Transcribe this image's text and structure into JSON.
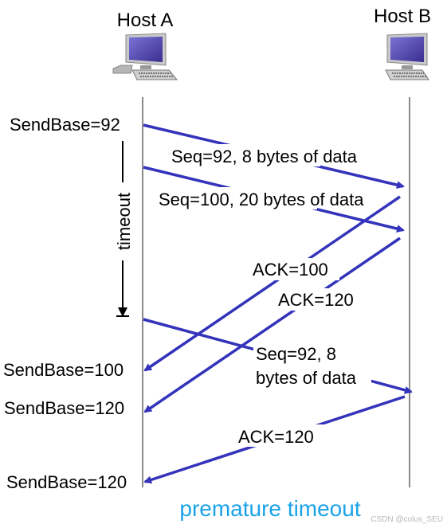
{
  "hosts": {
    "a": {
      "label": "Host A",
      "icon": "desktop-computer-icon"
    },
    "b": {
      "label": "Host B",
      "icon": "desktop-computer-icon"
    }
  },
  "sendbase": {
    "first": "SendBase=92",
    "second": "SendBase=100",
    "third": "SendBase=120",
    "fourth": "SendBase=120"
  },
  "timer": {
    "label": "timeout"
  },
  "messages": {
    "seq92": "Seq=92, 8 bytes of data",
    "seq100": "Seq=100, 20 bytes of data",
    "ack100": "ACK=100",
    "ack120": "ACK=120",
    "retx_line1": "Seq=92,  8",
    "retx_line2": "bytes of data",
    "ack120_second": "ACK=120"
  },
  "caption": "premature timeout",
  "watermark": "CSDN @colus_SEU",
  "colors": {
    "arrow": "#3333bb",
    "caption": "#1aa3e8",
    "timeline": "#8a8a8a",
    "monitor_screen": "#5a4fb0"
  }
}
